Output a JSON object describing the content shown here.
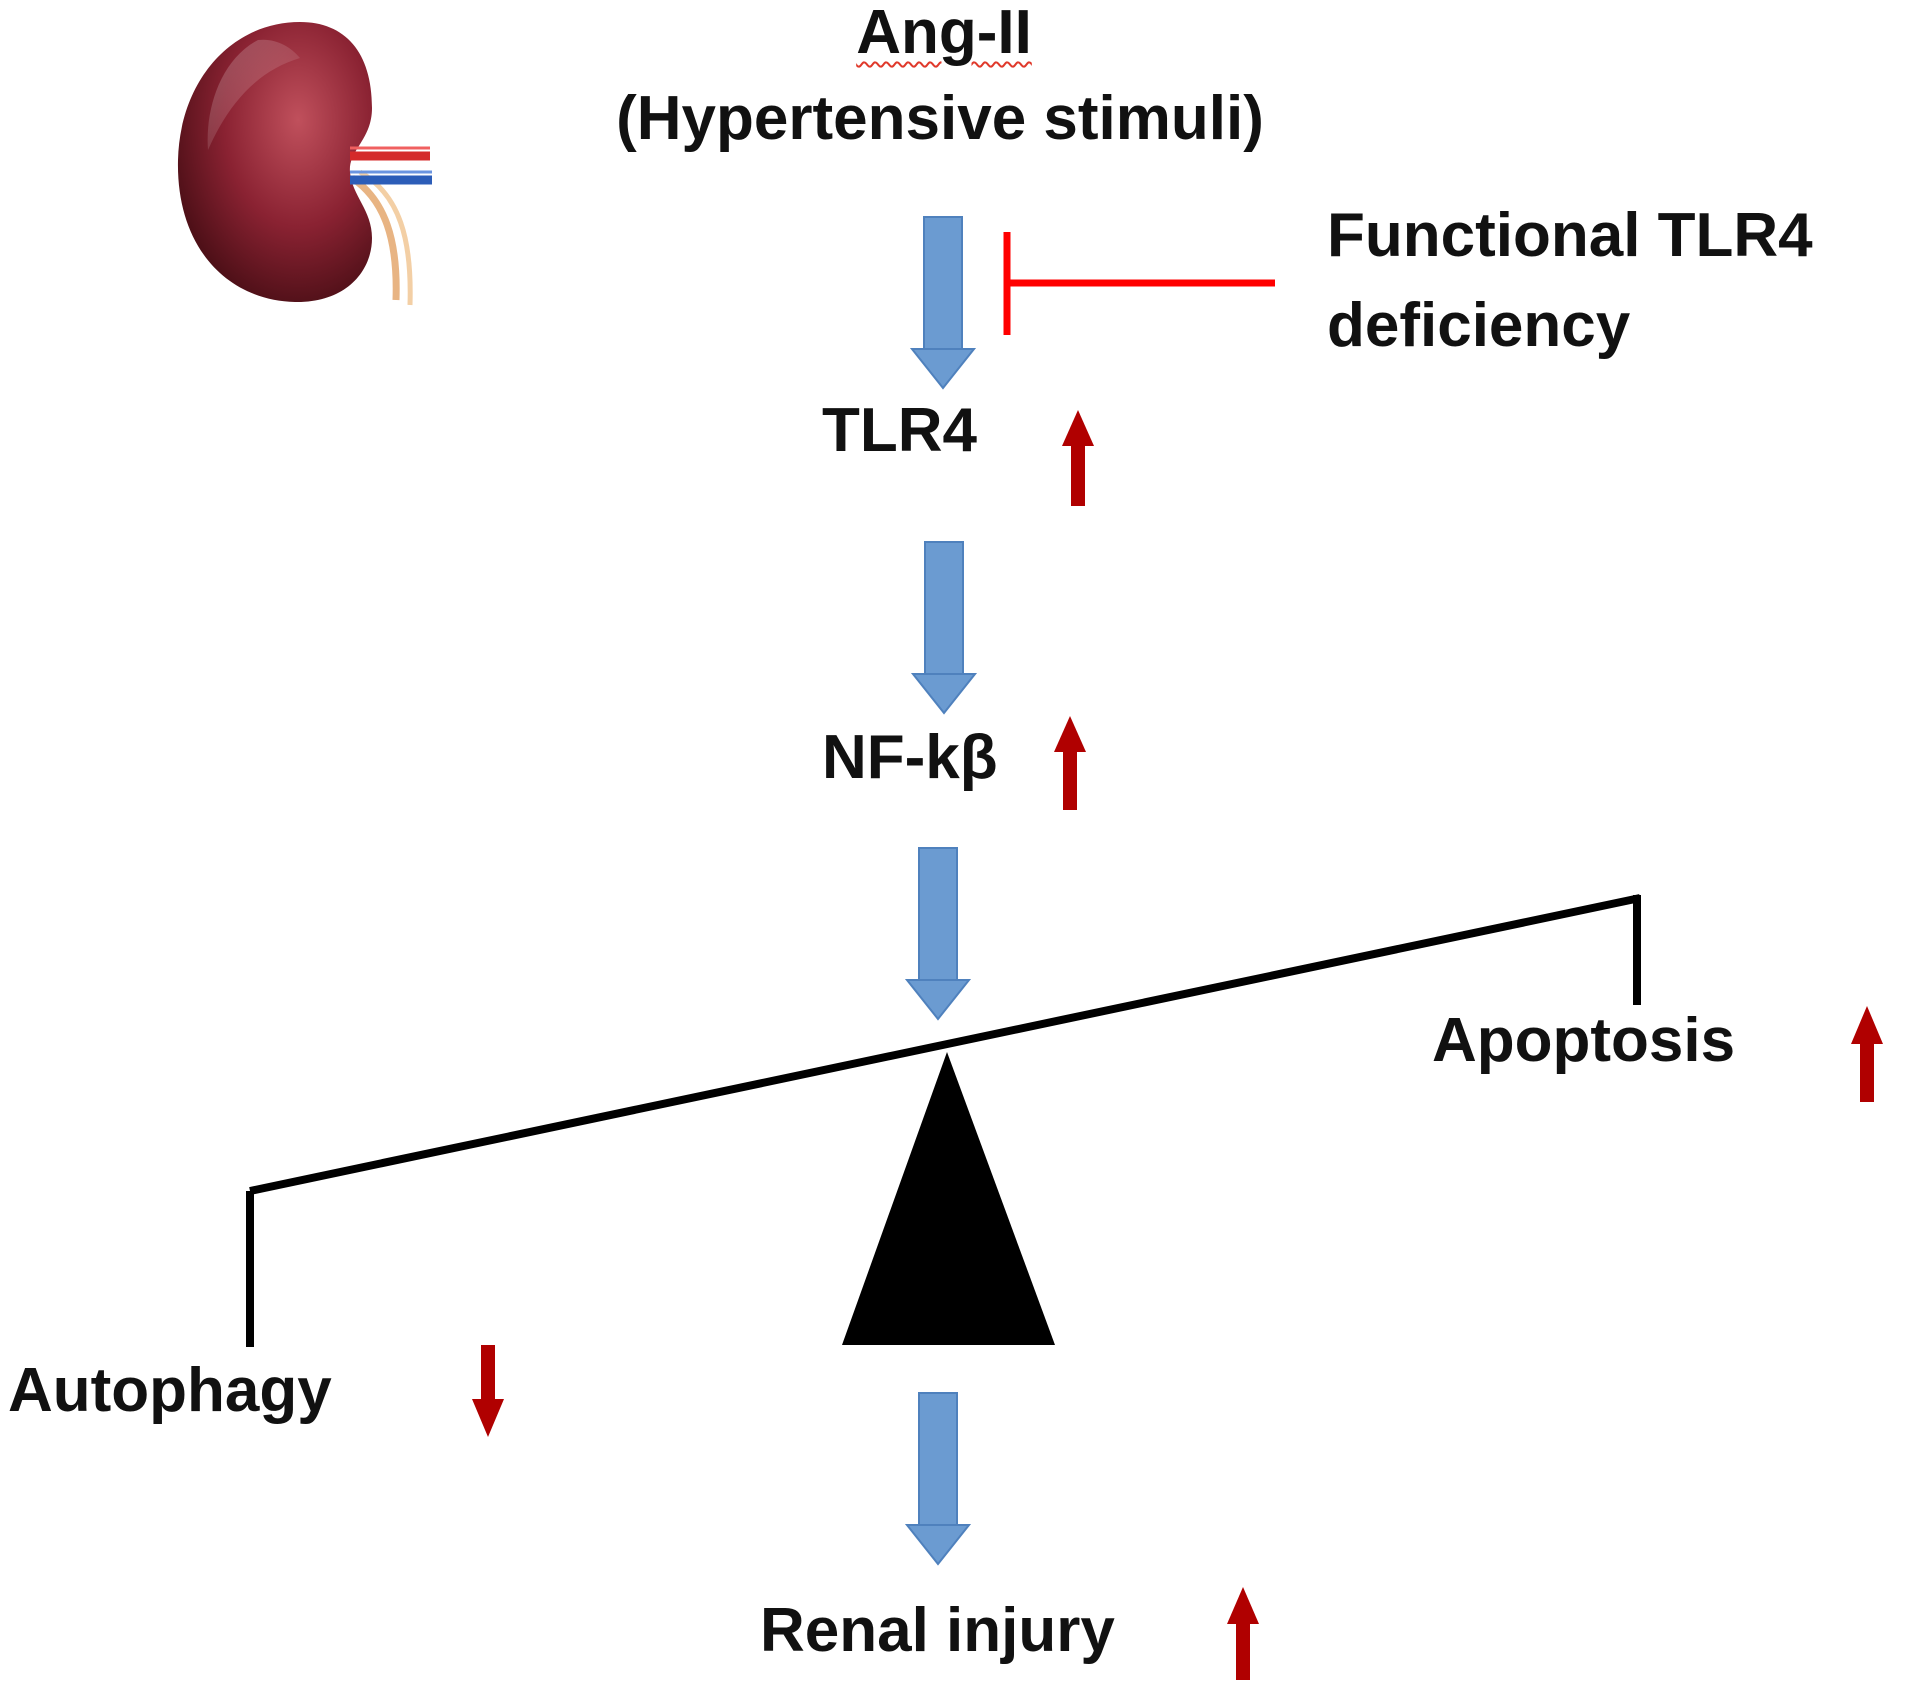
{
  "stimulus": {
    "name": "Ang-II",
    "subtitle": "(Hypertensive stimuli)"
  },
  "inhibitor": {
    "line1": "Functional TLR4",
    "line2": "deficiency"
  },
  "nodes": {
    "tlr4": "TLR4",
    "nfkb": "NF-kβ",
    "apoptosis": "Apoptosis",
    "autophagy": "Autophagy",
    "renal_injury": "Renal injury"
  },
  "changes": {
    "tlr4": "up",
    "nfkb": "up",
    "apoptosis": "up",
    "autophagy": "down",
    "renal_injury": "up"
  },
  "icons": {
    "organ": "kidney-icon",
    "flow_arrow": "blue-down-arrow",
    "inhibition": "inhibition-t-bar",
    "balance": "seesaw-scale"
  },
  "colors": {
    "flow_arrow": "#6b9bd1",
    "flow_arrow_edge": "#4f81bd",
    "change_arrow": "#b00000",
    "inhibition": "#ff0000",
    "text": "#111111",
    "scale": "#000000",
    "kidney": "#7a1f2b"
  }
}
